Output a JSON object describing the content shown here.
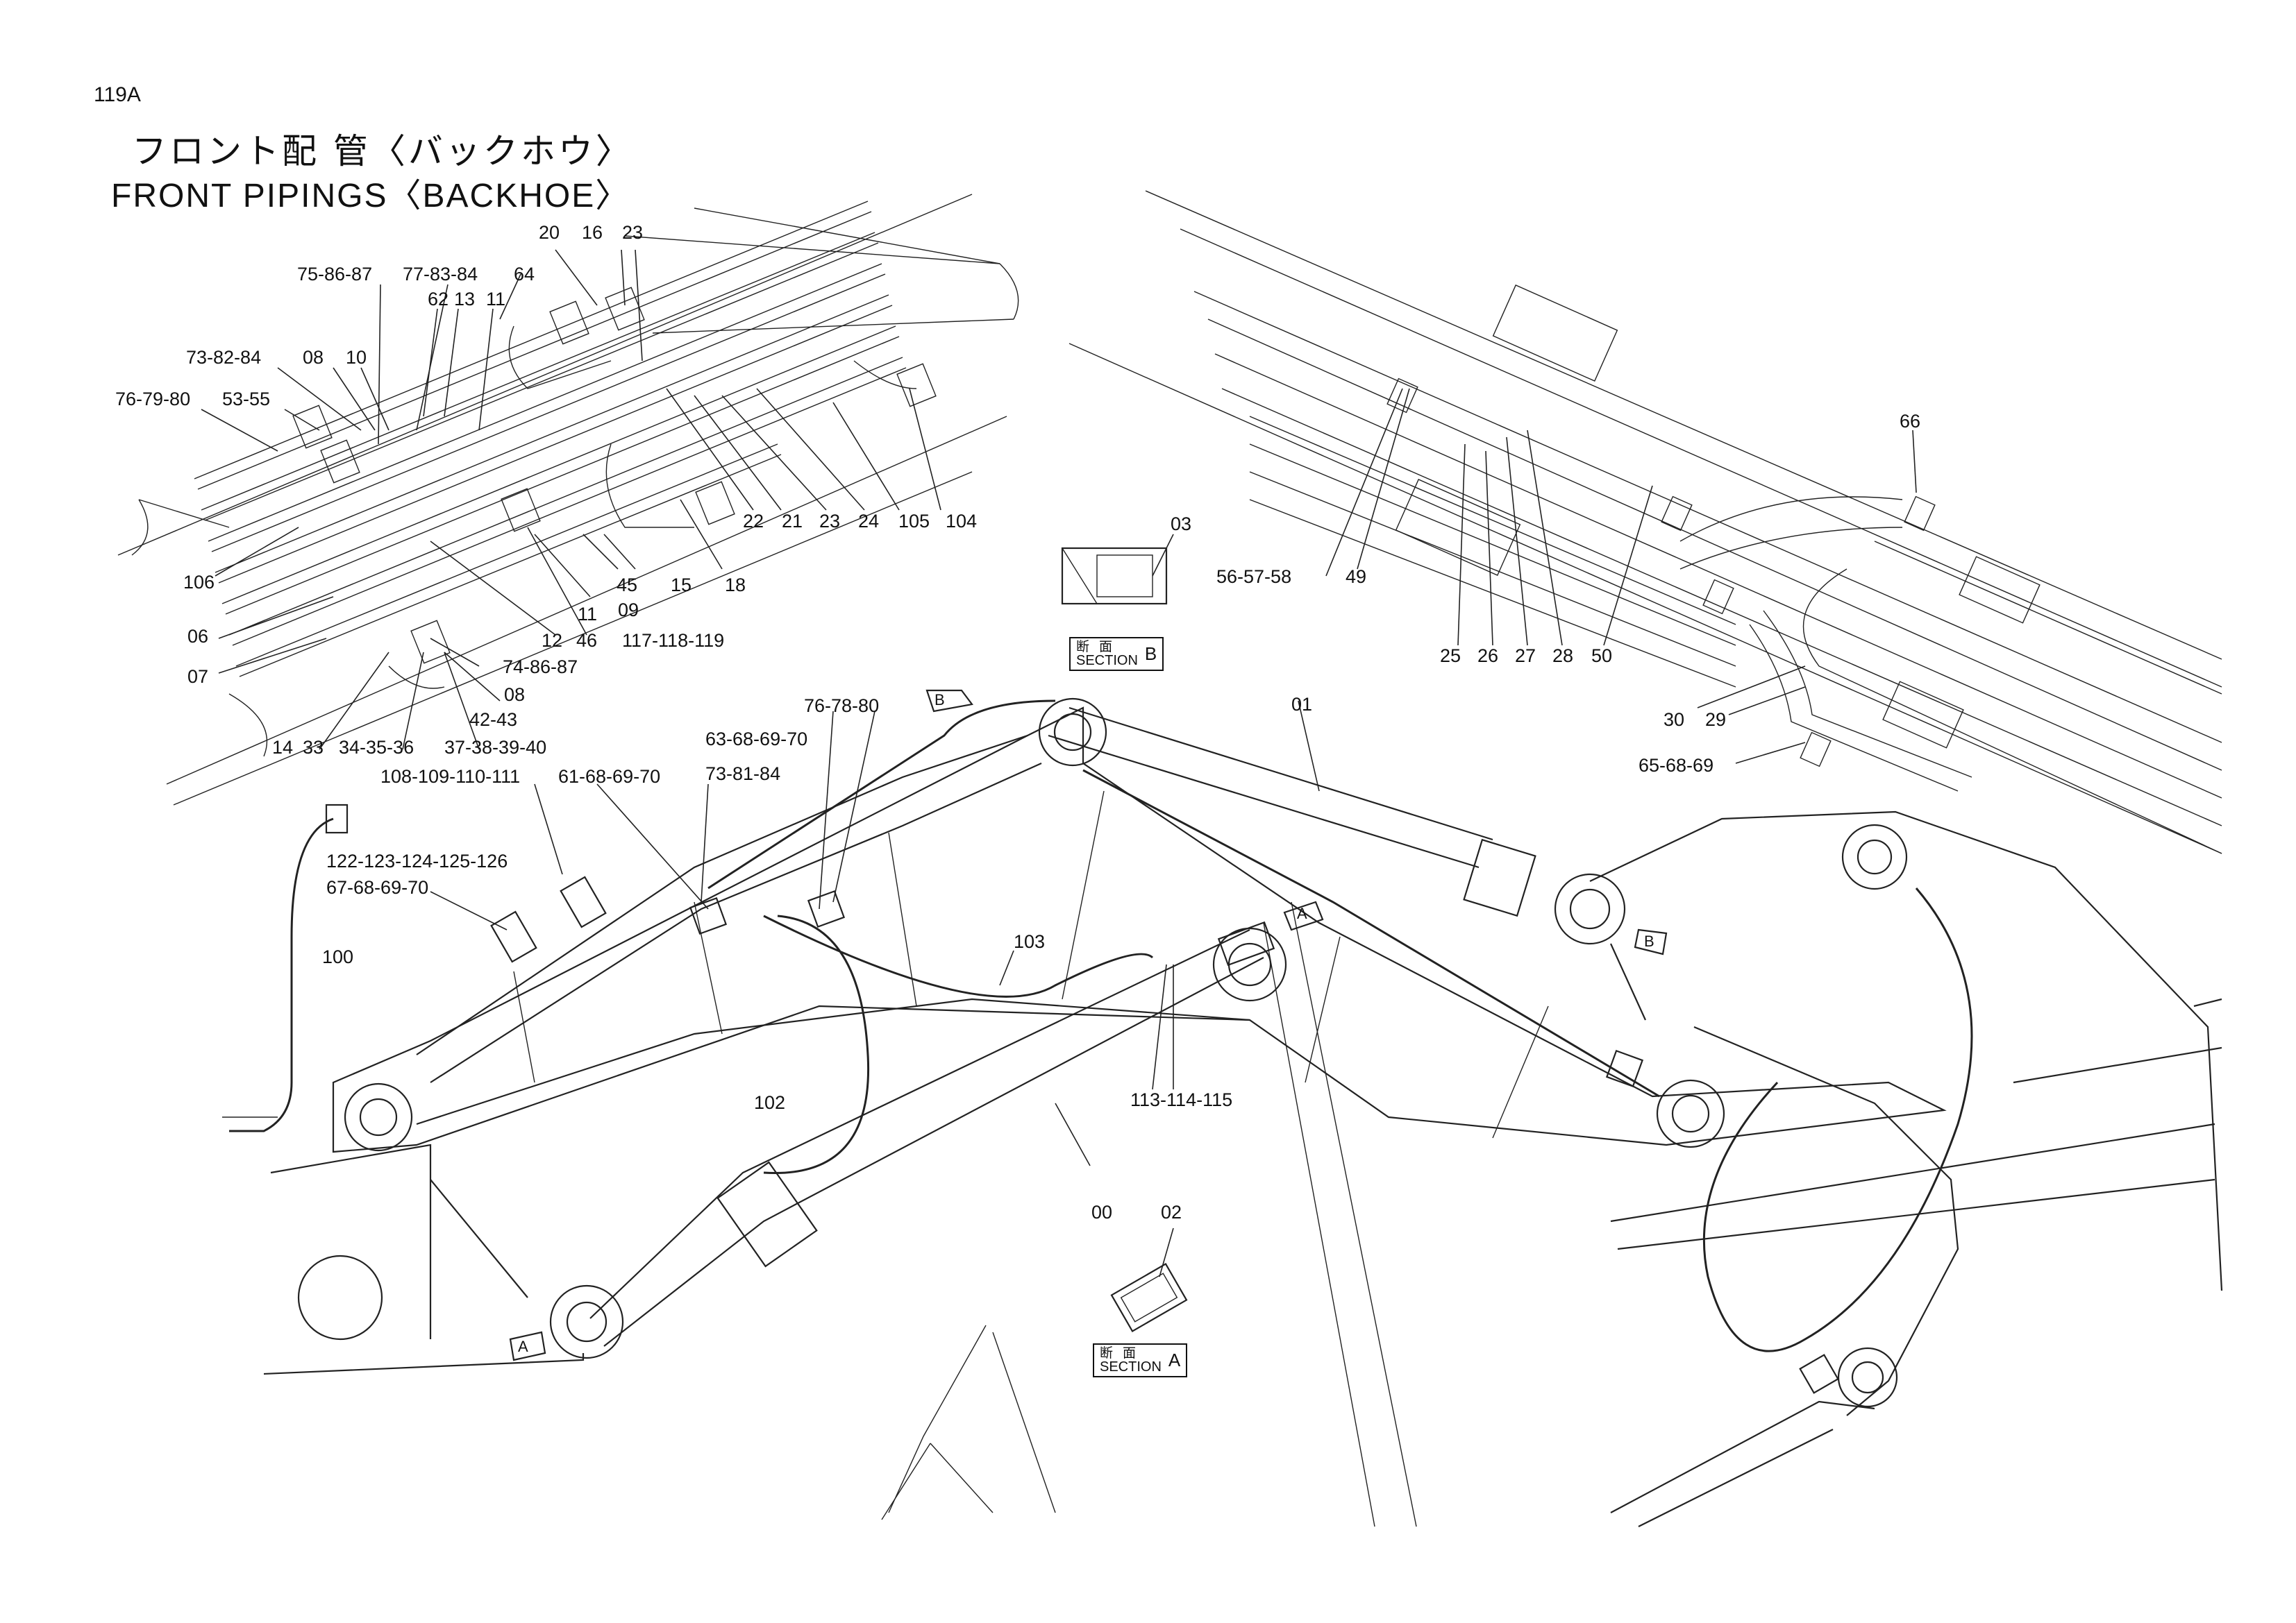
{
  "page": {
    "number": "119A",
    "title_jp": "フロント配 管〈バックホウ〉",
    "title_en": "FRONT  PIPINGS〈BACKHOE〉"
  },
  "labels": [
    "20",
    "16",
    "23",
    "75-86-87",
    "77-83-84",
    "64",
    "62",
    "13",
    "11",
    "73-82-84",
    "08",
    "10",
    "76-79-80",
    "53-55",
    "22",
    "21",
    "23",
    "24",
    "105",
    "104",
    "45",
    "15",
    "18",
    "106",
    "11",
    "09",
    "06",
    "12",
    "46",
    "117-118-119",
    "07",
    "74-86-87",
    "08",
    "42-43",
    "14",
    "33",
    "34-35-36",
    "37-38-39-40",
    "108-109-110-111",
    "61-68-69-70",
    "63-68-69-70",
    "73-81-84",
    "76-78-80",
    "122-123-124-125-126",
    "67-68-69-70",
    "100",
    "103",
    "102",
    "113-114-115",
    "01",
    "00",
    "02",
    "03",
    "56-57-58",
    "49",
    "25",
    "26",
    "27",
    "28",
    "50",
    "66",
    "30",
    "29",
    "65-68-69"
  ],
  "section_tags": {
    "kanji": [
      "断",
      "面"
    ],
    "word": "SECTION",
    "b": "B",
    "a": "A"
  },
  "view_markers": [
    "B",
    "A",
    "B",
    "A"
  ]
}
